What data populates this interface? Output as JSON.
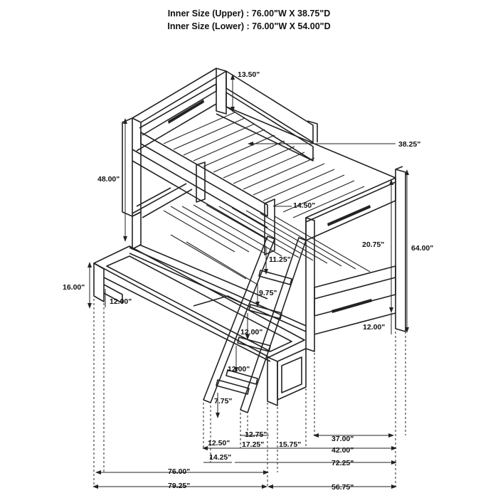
{
  "header": {
    "upper": "Inner Size (Upper) : 76.00\"W X 38.75\"D",
    "lower": "Inner Size (Lower) : 76.00\"W X 54.00\"D"
  },
  "dimensions": {
    "d_13_50": "13.50\"",
    "d_38_25": "38.25\"",
    "d_48_00": "48.00\"",
    "d_14_50": "14.50\"",
    "d_20_75": "20.75\"",
    "d_64_00": "64.00\"",
    "d_11_25": "11.25\"",
    "d_16_00": "16.00\"",
    "d_9_75": "9.75\"",
    "d_12_00_side": "12.00\"",
    "d_12_00_ladder_a": "12.00\"",
    "d_12_00_ladder_b": "12.00\"",
    "d_12_00_right": "12.00\"",
    "d_7_75": "7.75\"",
    "d_12_75": "12.75\"",
    "d_12_50": "12.50\"",
    "d_17_25": "17.25\"",
    "d_15_75": "15.75\"",
    "d_37_00": "37.00\"",
    "d_42_00": "42.00\"",
    "d_14_25": "14.25\"",
    "d_72_25": "72.25\"",
    "d_76_00": "76.00\"",
    "d_79_25": "79.25\"",
    "d_56_75": "56.75\""
  }
}
